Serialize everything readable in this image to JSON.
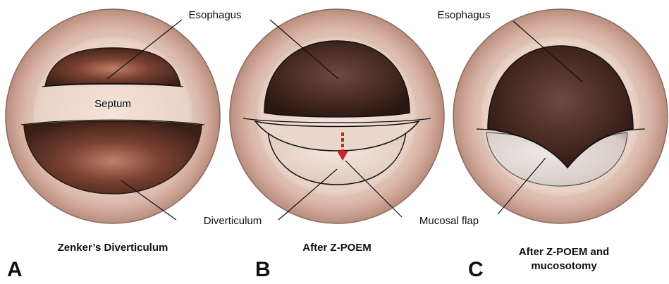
{
  "labels": {
    "esophagus_a": "Esophagus",
    "septum": "Septum",
    "diverticulum": "Diverticulum",
    "mucosal_flap": "Mucosal flap",
    "esophagus_c": "Esophagus"
  },
  "panels": [
    {
      "letter": "A",
      "caption": "Zenker’s Diverticulum"
    },
    {
      "letter": "B",
      "caption": "After Z-POEM"
    },
    {
      "letter": "C",
      "caption_line1": "After Z-POEM and",
      "caption_line2": "mucosotomy"
    }
  ],
  "colors": {
    "wall_light": "#f4e7de",
    "wall_mid": "#e3c4b5",
    "wall_dark": "#b88d7e",
    "lumen_dark": "#3a1f16",
    "lumen_mid": "#7a4132",
    "lumen_glow": "#c2806a",
    "flap": "#e9d6cc",
    "arrow": "#d01f1f"
  }
}
